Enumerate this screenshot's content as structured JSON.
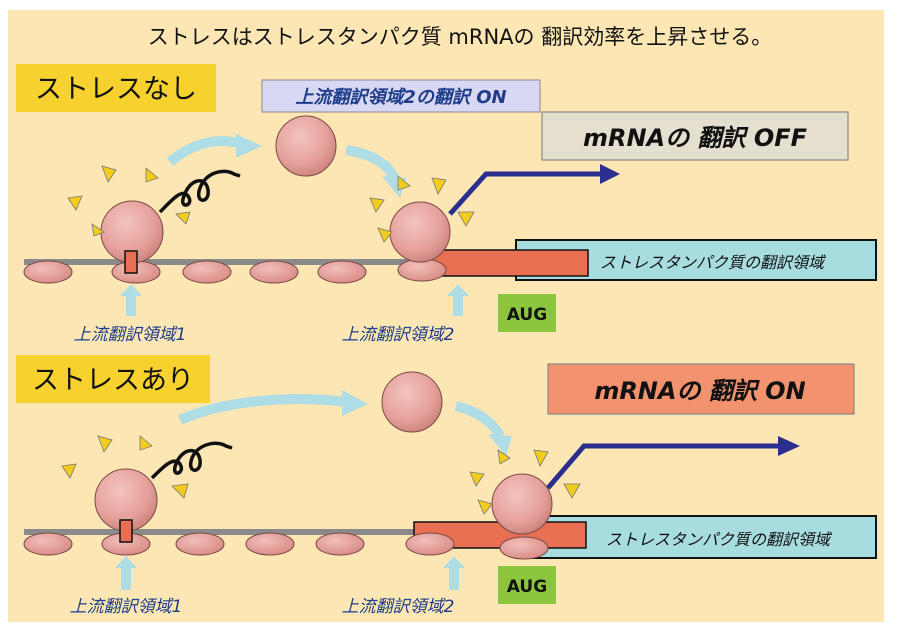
{
  "title": "ストレスはストレスタンパク質 mRNAの 翻訳効率を上昇させる。",
  "top_panel": {
    "condition_label": "ストレスなし",
    "orf2_status_label": "上流翻訳領域2の翻訳 ON",
    "translation_label": "mRNAの 翻訳 OFF",
    "coding_region_label": "ストレスタンパク質の翻訳領域",
    "aug_label": "AUG",
    "uorf1_label": "上流翻訳領域1",
    "uorf2_label": "上流翻訳領域2"
  },
  "bottom_panel": {
    "condition_label": "ストレスあり",
    "translation_label": "mRNAの 翻訳 ON",
    "coding_region_label": "ストレスタンパク質の翻訳領域",
    "aug_label": "AUG",
    "uorf1_label": "上流翻訳領域1",
    "uorf2_label": "上流翻訳領域2"
  },
  "colors": {
    "background": "#fbe6b4",
    "condition_label_bg": "#f7d22e",
    "orf2_label_bg": "#d9d8f3",
    "off_label_bg": "#e5dfcf",
    "on_label_bg": "#f2926f",
    "coding_region_bg": "#a8dde0",
    "uorf_red": "#e96f52",
    "aug_bg": "#8cc63e",
    "ribosome": "#e5a09b",
    "ribosome_small": "#e8a39f",
    "mrna_line": "#8a8a8a",
    "arrow_light": "#aedde6",
    "arrow_dark": "#2a2f8f",
    "spark": "#f2cc1d",
    "italic_text": "#1f3d8a"
  }
}
